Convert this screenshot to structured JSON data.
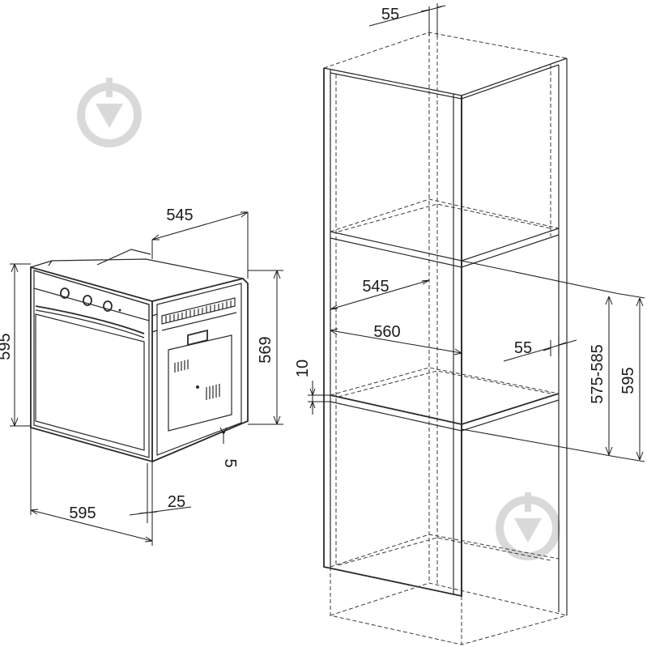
{
  "oven": {
    "labels": {
      "depth_top": "545",
      "height_left": "595",
      "height_right": "569",
      "width_bottom": "595",
      "door_offset": "25",
      "bottom_gap": "5"
    }
  },
  "cabinet": {
    "labels": {
      "top_panel": "55",
      "inner_depth": "545",
      "outer_depth": "560",
      "side_panel": "55",
      "shelf_thickness": "10",
      "niche_height": "575-585",
      "niche_total": "595"
    }
  },
  "colors": {
    "line": "#2a2a2a",
    "watermark": "#d9d9d9"
  },
  "icons": {
    "watermark": "brand-watermark-icon"
  }
}
